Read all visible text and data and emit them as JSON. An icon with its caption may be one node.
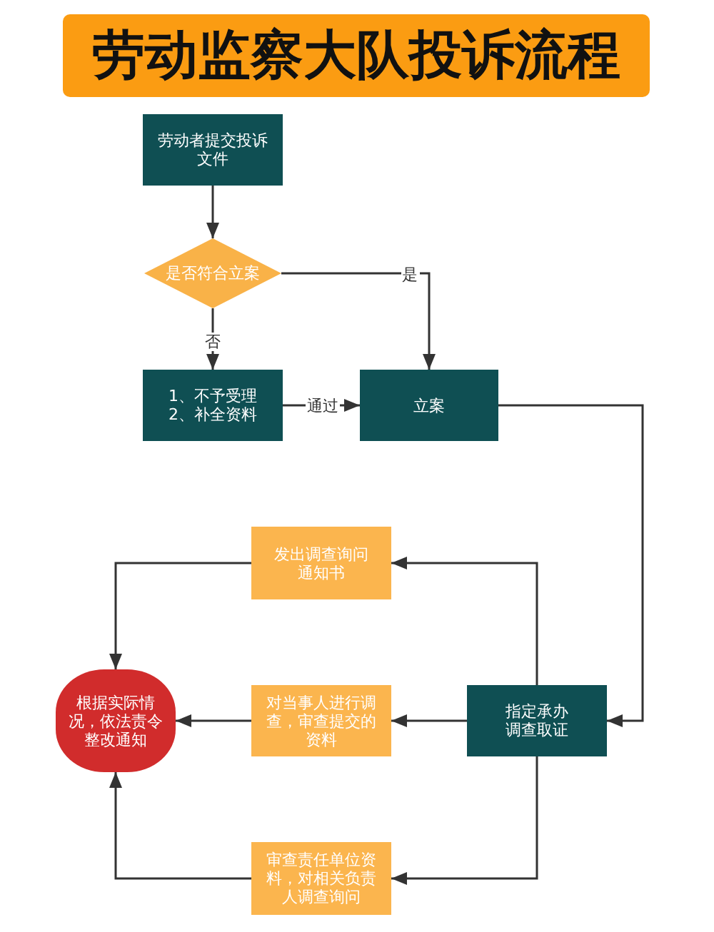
{
  "diagram": {
    "title": "劳动监察大队投诉流程",
    "nodes": [
      {
        "text": [
          "劳动者提交投诉文件"
        ]
      },
      {
        "text": [
          "是否符合立案"
        ]
      },
      {
        "text": [
          "1、不予受理",
          "2、补全资料"
        ]
      },
      {
        "text": [
          "立案"
        ]
      },
      {
        "text": [
          "发出调查询问通知书"
        ]
      },
      {
        "text": [
          "根据实际情况，依法责令整改通知"
        ]
      },
      {
        "text": [
          "对当事人进行调查，审查提交的资料"
        ]
      },
      {
        "text": [
          "指定承办调查取证"
        ]
      },
      {
        "text": [
          "审查责任单位资料，对相关负责人调查询问"
        ]
      }
    ],
    "edges": [
      {
        "from": 0,
        "to": 1,
        "arrow": "to"
      },
      {
        "from": 1,
        "to": 3,
        "arrow": "to",
        "label": "是"
      },
      {
        "from": 1,
        "to": 2,
        "arrow": "to",
        "label": "否"
      },
      {
        "from": 2,
        "to": 3,
        "arrow": "to",
        "label": "通过"
      },
      {
        "from": 3,
        "to": 7,
        "arrow": "to"
      },
      {
        "from": 7,
        "to": 4,
        "arrow": "to"
      },
      {
        "from": 7,
        "to": 6,
        "arrow": "to"
      },
      {
        "from": 7,
        "to": 8,
        "arrow": "to"
      },
      {
        "from": 4,
        "to": 5,
        "arrow": "to"
      },
      {
        "from": 6,
        "to": 5,
        "arrow": "to"
      },
      {
        "from": 8,
        "to": 5,
        "arrow": "to"
      }
    ]
  }
}
